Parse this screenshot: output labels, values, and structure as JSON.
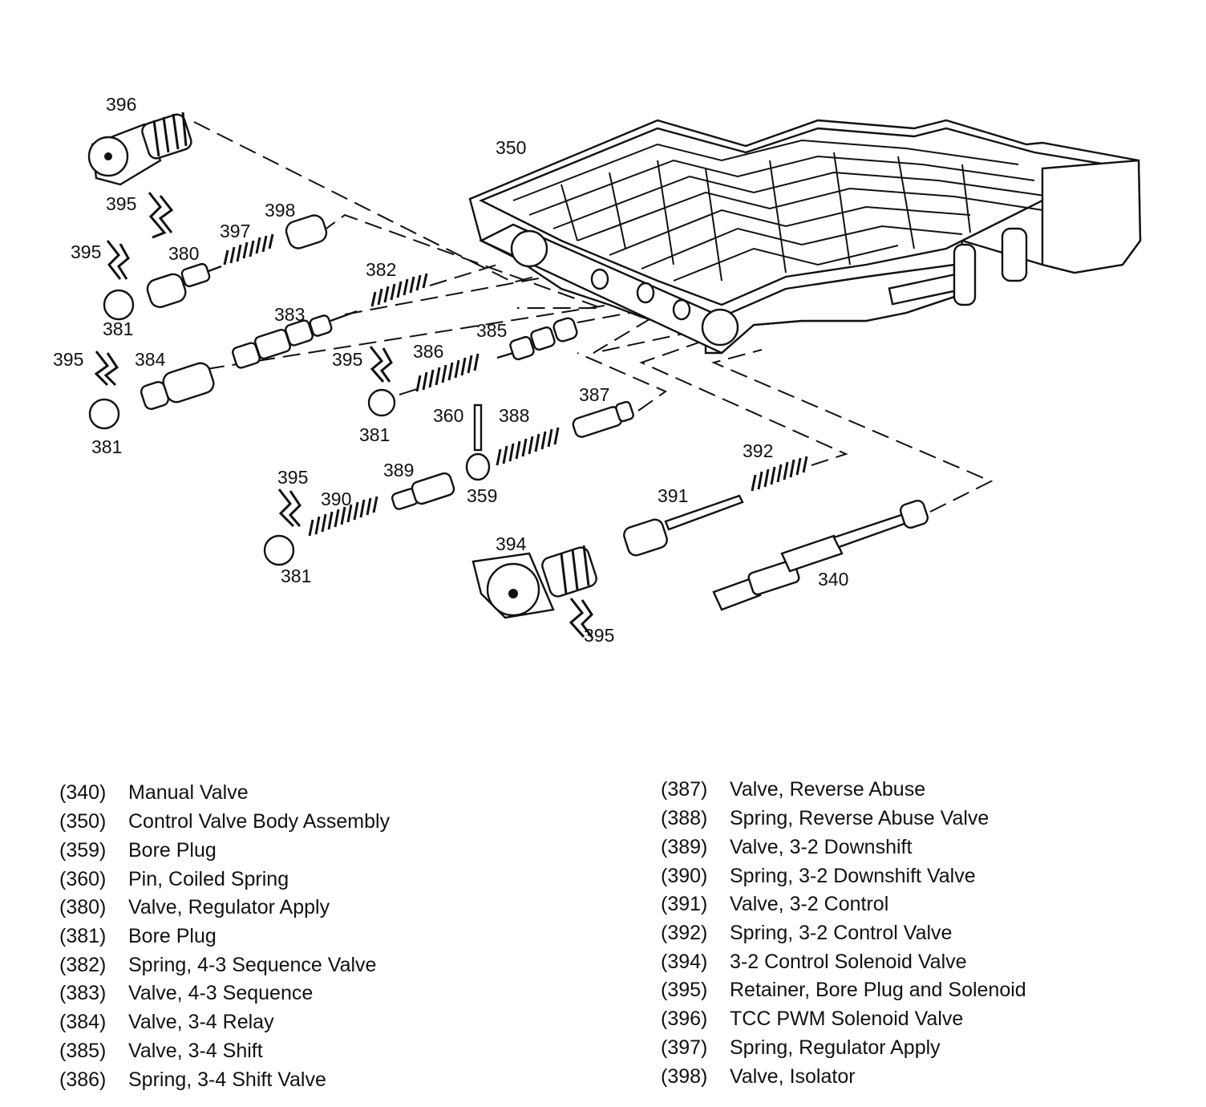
{
  "callouts": [
    {
      "id": "c396",
      "text": "396"
    },
    {
      "id": "c395a",
      "text": "395"
    },
    {
      "id": "c398",
      "text": "398"
    },
    {
      "id": "c397",
      "text": "397"
    },
    {
      "id": "c395b",
      "text": "395"
    },
    {
      "id": "c380",
      "text": "380"
    },
    {
      "id": "c381a",
      "text": "381"
    },
    {
      "id": "c382",
      "text": "382"
    },
    {
      "id": "c383",
      "text": "383"
    },
    {
      "id": "c395c",
      "text": "395"
    },
    {
      "id": "c384",
      "text": "384"
    },
    {
      "id": "c381b",
      "text": "381"
    },
    {
      "id": "c350",
      "text": "350"
    },
    {
      "id": "c385",
      "text": "385"
    },
    {
      "id": "c395d",
      "text": "395"
    },
    {
      "id": "c386",
      "text": "386"
    },
    {
      "id": "c381c",
      "text": "381"
    },
    {
      "id": "c387",
      "text": "387"
    },
    {
      "id": "c360",
      "text": "360"
    },
    {
      "id": "c388",
      "text": "388"
    },
    {
      "id": "c392",
      "text": "392"
    },
    {
      "id": "c395e",
      "text": "395"
    },
    {
      "id": "c389",
      "text": "389"
    },
    {
      "id": "c359",
      "text": "359"
    },
    {
      "id": "c390",
      "text": "390"
    },
    {
      "id": "c391",
      "text": "391"
    },
    {
      "id": "c381d",
      "text": "381"
    },
    {
      "id": "c394",
      "text": "394"
    },
    {
      "id": "c340",
      "text": "340"
    },
    {
      "id": "c395f",
      "text": "395"
    }
  ],
  "legend_left": [
    {
      "num": "(340)",
      "desc": "Manual Valve"
    },
    {
      "num": "(350)",
      "desc": "Control Valve Body Assembly"
    },
    {
      "num": "(359)",
      "desc": "Bore Plug"
    },
    {
      "num": "(360)",
      "desc": "Pin, Coiled Spring"
    },
    {
      "num": "(380)",
      "desc": "Valve, Regulator Apply"
    },
    {
      "num": "(381)",
      "desc": "Bore Plug"
    },
    {
      "num": "(382)",
      "desc": "Spring, 4-3 Sequence Valve"
    },
    {
      "num": "(383)",
      "desc": "Valve, 4-3 Sequence"
    },
    {
      "num": "(384)",
      "desc": "Valve, 3-4 Relay"
    },
    {
      "num": "(385)",
      "desc": "Valve, 3-4 Shift"
    },
    {
      "num": "(386)",
      "desc": "Spring, 3-4 Shift Valve"
    }
  ],
  "legend_right": [
    {
      "num": "(387)",
      "desc": "Valve, Reverse Abuse"
    },
    {
      "num": "(388)",
      "desc": "Spring, Reverse Abuse Valve"
    },
    {
      "num": "(389)",
      "desc": "Valve, 3-2 Downshift"
    },
    {
      "num": "(390)",
      "desc": "Spring, 3-2 Downshift Valve"
    },
    {
      "num": "(391)",
      "desc": "Valve, 3-2 Control"
    },
    {
      "num": "(392)",
      "desc": "Spring, 3-2 Control Valve"
    },
    {
      "num": "(394)",
      "desc": "3-2 Control Solenoid Valve"
    },
    {
      "num": "(395)",
      "desc": "Retainer, Bore Plug and Solenoid"
    },
    {
      "num": "(396)",
      "desc": "TCC PWM Solenoid Valve"
    },
    {
      "num": "(397)",
      "desc": "Spring, Regulator Apply"
    },
    {
      "num": "(398)",
      "desc": "Valve, Isolator"
    }
  ]
}
